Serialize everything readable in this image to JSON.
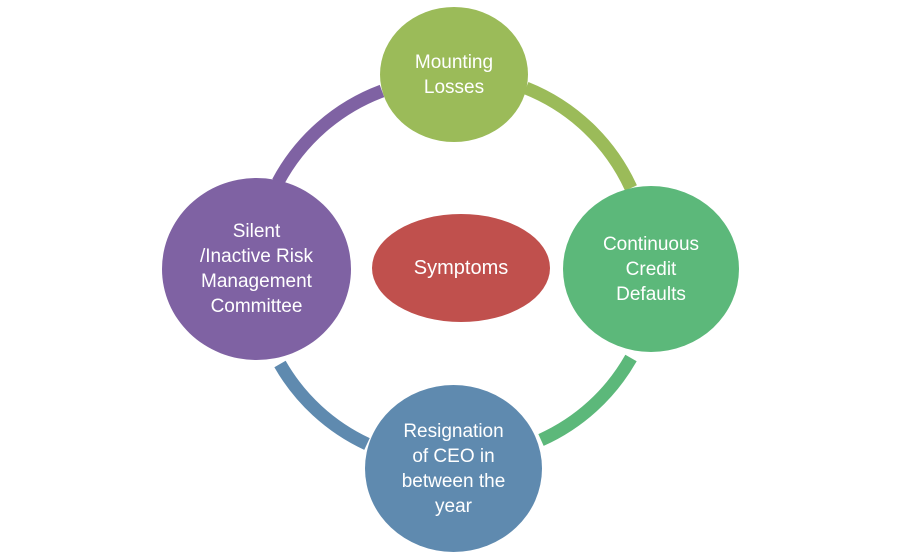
{
  "diagram": {
    "center": {
      "label": "Symptoms",
      "color": "#c0504d"
    },
    "nodes": [
      {
        "id": "top",
        "label": "Mounting Losses",
        "lines": [
          "Mounting",
          "Losses"
        ],
        "color": "#9bbb59"
      },
      {
        "id": "right",
        "label": "Continuous Credit Defaults",
        "lines": [
          "Continuous",
          "Credit",
          "Defaults"
        ],
        "color": "#5cb87a"
      },
      {
        "id": "bottom",
        "label": "Resignation of CEO in between the year",
        "lines": [
          "Resignation",
          "of CEO in",
          "between the",
          "year"
        ],
        "color": "#5f8aaf"
      },
      {
        "id": "left",
        "label": "Silent /Inactive Risk Management Committee",
        "lines": [
          "Silent",
          "/Inactive Risk",
          "Management",
          "Committee"
        ],
        "color": "#7f62a3"
      }
    ],
    "connectors": [
      {
        "from": "top",
        "to": "right",
        "color": "#9bbb59"
      },
      {
        "from": "right",
        "to": "bottom",
        "color": "#5cb87a"
      },
      {
        "from": "bottom",
        "to": "left",
        "color": "#5f8aaf"
      },
      {
        "from": "left",
        "to": "top",
        "color": "#7f62a3"
      }
    ]
  }
}
